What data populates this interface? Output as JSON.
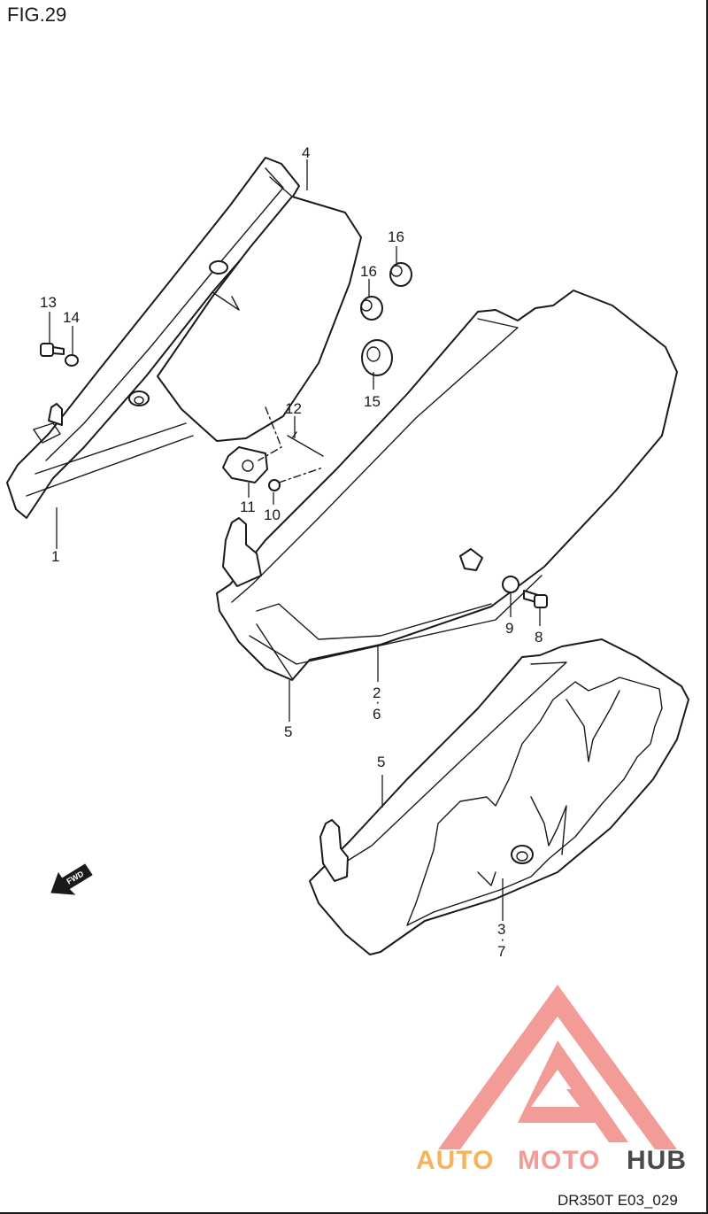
{
  "figure": {
    "title": "FIG.29",
    "code": "DR350T E03_029"
  },
  "fwd_label": "FWD",
  "logo": {
    "part1": "AUTO",
    "part2": "MOTO",
    "part3": "HUB",
    "colors": {
      "primary": "#f4a640",
      "secondary": "#f28b85",
      "dark": "#2b2b2b"
    }
  },
  "callouts": {
    "c1": "1",
    "c2": "2",
    "c2_dot": "·",
    "c6": "6",
    "c3": "3",
    "c3_dot": "·",
    "c7": "7",
    "c4": "4",
    "c5a": "5",
    "c5b": "5",
    "c8": "8",
    "c9": "9",
    "c10": "10",
    "c11": "11",
    "c12": "12",
    "c13": "13",
    "c14": "14",
    "c15": "15",
    "c16a": "16",
    "c16b": "16"
  }
}
